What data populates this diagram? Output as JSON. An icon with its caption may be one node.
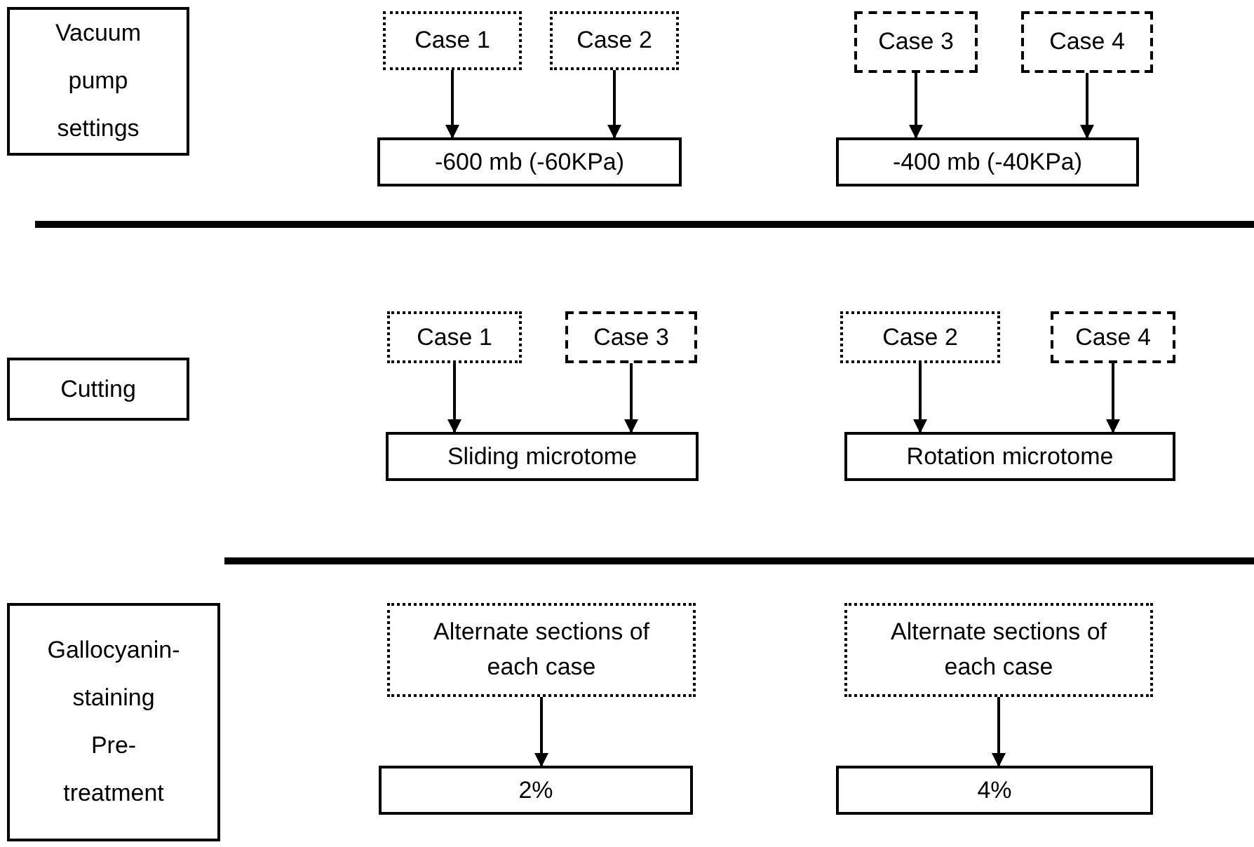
{
  "diagram": {
    "nodes": [
      {
        "text": [
          "Vacuum pump settings"
        ]
      },
      {
        "text": [
          "Case 1"
        ]
      },
      {
        "text": [
          "Case 2"
        ]
      },
      {
        "text": [
          "Case 3"
        ]
      },
      {
        "text": [
          "Case 4"
        ]
      },
      {
        "text": [
          "-600 mb (-60KPa)"
        ]
      },
      {
        "text": [
          "-400 mb (-40KPa)"
        ]
      },
      {
        "text": [
          "Cutting"
        ]
      },
      {
        "text": [
          "Case 1"
        ]
      },
      {
        "text": [
          "Case 3"
        ]
      },
      {
        "text": [
          "Case 2"
        ]
      },
      {
        "text": [
          "Case 4"
        ]
      },
      {
        "text": [
          "Sliding microtome"
        ]
      },
      {
        "text": [
          "Rotation microtome"
        ]
      },
      {
        "text": [
          "Gallocyanin- staining Pre- treatment"
        ]
      },
      {
        "text": [
          "Alternate sections of each case"
        ]
      },
      {
        "text": [
          "Alternate sections of each case"
        ]
      },
      {
        "text": [
          "2%"
        ]
      },
      {
        "text": [
          "4%"
        ]
      }
    ],
    "edges": [
      {
        "from": 1,
        "to": 5,
        "arrow": "to"
      },
      {
        "from": 2,
        "to": 5,
        "arrow": "to"
      },
      {
        "from": 3,
        "to": 6,
        "arrow": "to"
      },
      {
        "from": 4,
        "to": 6,
        "arrow": "to"
      },
      {
        "from": 8,
        "to": 12,
        "arrow": "to"
      },
      {
        "from": 9,
        "to": 12,
        "arrow": "to"
      },
      {
        "from": 10,
        "to": 13,
        "arrow": "to"
      },
      {
        "from": 11,
        "to": 13,
        "arrow": "to"
      },
      {
        "from": 15,
        "to": 17,
        "arrow": "to"
      },
      {
        "from": 16,
        "to": 18,
        "arrow": "to"
      }
    ]
  }
}
